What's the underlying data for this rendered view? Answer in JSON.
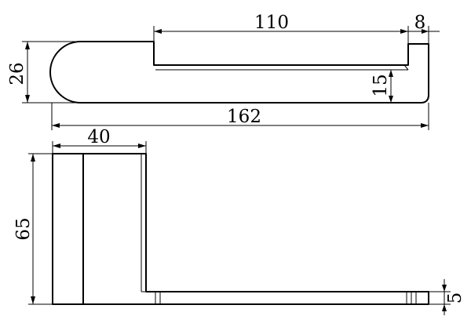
{
  "drawing": {
    "dimensions": {
      "rail_length": "110",
      "end_tab": "8",
      "height_top": "26",
      "drop": "15",
      "overall_length": "162",
      "block_width": "40",
      "block_height": "65",
      "rail_thickness": "5"
    }
  }
}
